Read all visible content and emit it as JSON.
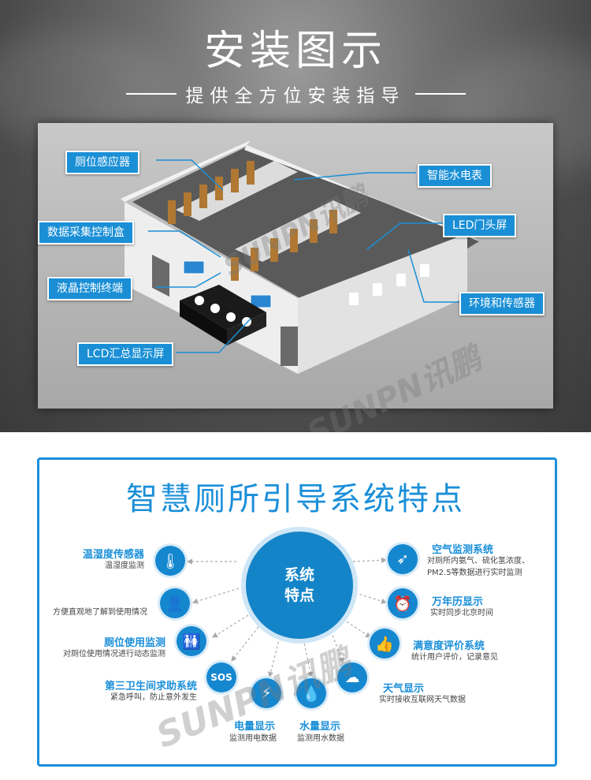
{
  "header": {
    "title": "安装图示",
    "subtitle": "提供全方位安装指导"
  },
  "diagram": {
    "callouts": {
      "toilet_sensor": "厕位感应器",
      "smart_meter": "智能水电表",
      "data_box": "数据采集控制盒",
      "led_door": "LED门头屏",
      "lcd_terminal": "液晶控制终端",
      "env_sensor": "环境和传感器",
      "lcd_display": "LCD汇总显示屏"
    }
  },
  "features": {
    "title": "智慧厕所引导系统特点",
    "center_line1": "系统",
    "center_line2": "特点",
    "items": [
      {
        "title": "温湿度传感器",
        "desc": "温湿度监测",
        "icon": "thermometer-icon"
      },
      {
        "title": "",
        "desc": "方便直观地了解到使用情况",
        "icon": "person-icon"
      },
      {
        "title": "厕位使用监测",
        "desc": "对厕位使用情况进行动态监测",
        "icon": "restroom-icon"
      },
      {
        "title": "第三卫生间求助系统",
        "desc": "紧急呼叫，防止意外发生",
        "icon": "sos-icon"
      },
      {
        "title": "电量显示",
        "desc": "监测用电数据",
        "icon": "lightning-icon"
      },
      {
        "title": "水量显示",
        "desc": "监测用水数据",
        "icon": "water-drop-icon"
      },
      {
        "title": "天气显示",
        "desc": "实时接收互联网天气数据",
        "icon": "cloud-icon"
      },
      {
        "title": "满意度评价系统",
        "desc": "统计用户评价，记录意见",
        "icon": "thumbs-up-icon"
      },
      {
        "title": "万年历显示",
        "desc": "实时同步北京时间",
        "icon": "alarm-clock-icon"
      },
      {
        "title": "空气监测系统",
        "desc": "对厕所内氨气、硫化氢浓度、PM2.5等数据进行实时监测",
        "desc_line1": "对厕所内氨气、硫化氢浓度、",
        "desc_line2": "PM2.5等数据进行实时监测",
        "icon": "air-icon"
      }
    ]
  },
  "colors": {
    "accent": "#1b8fd9",
    "callout": "#1a8fd6",
    "dark_icon": "#1587cf"
  }
}
